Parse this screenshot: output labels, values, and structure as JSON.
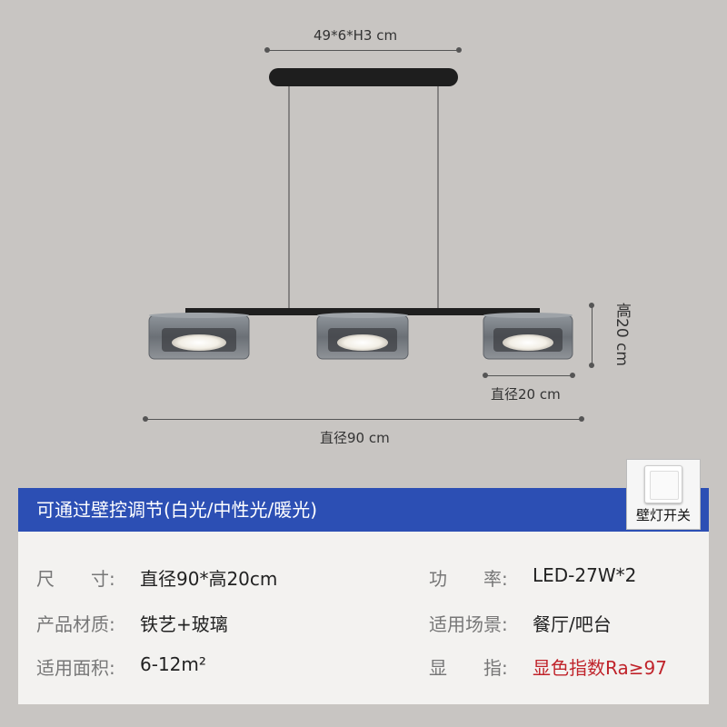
{
  "dimensions": {
    "top_width": "49*6*H3 cm",
    "height": "高20 cm",
    "shade_diameter": "直径20 cm",
    "total_diameter": "直径90 cm"
  },
  "banner": {
    "text": "可通过壁控调节(白光/中性光/暖光)"
  },
  "wall_switch": {
    "label": "壁灯开关",
    "icon": "wall-switch-icon"
  },
  "specs": {
    "left": [
      {
        "label": "尺　　寸:",
        "value": "直径90*高20cm"
      },
      {
        "label": "产品材质:",
        "value": "铁艺+玻璃"
      },
      {
        "label": "适用面积:",
        "value": "6-12m²"
      }
    ],
    "right": [
      {
        "label": "功　　率:",
        "value": "LED-27W*2"
      },
      {
        "label": "适用场景:",
        "value": "餐厅/吧台"
      },
      {
        "label": "显　　指:",
        "value": "显色指数Ra≥97"
      }
    ]
  },
  "colors": {
    "background": "#c8c5c2",
    "banner": "#2c4fb4",
    "highlight": "#c0242b"
  }
}
